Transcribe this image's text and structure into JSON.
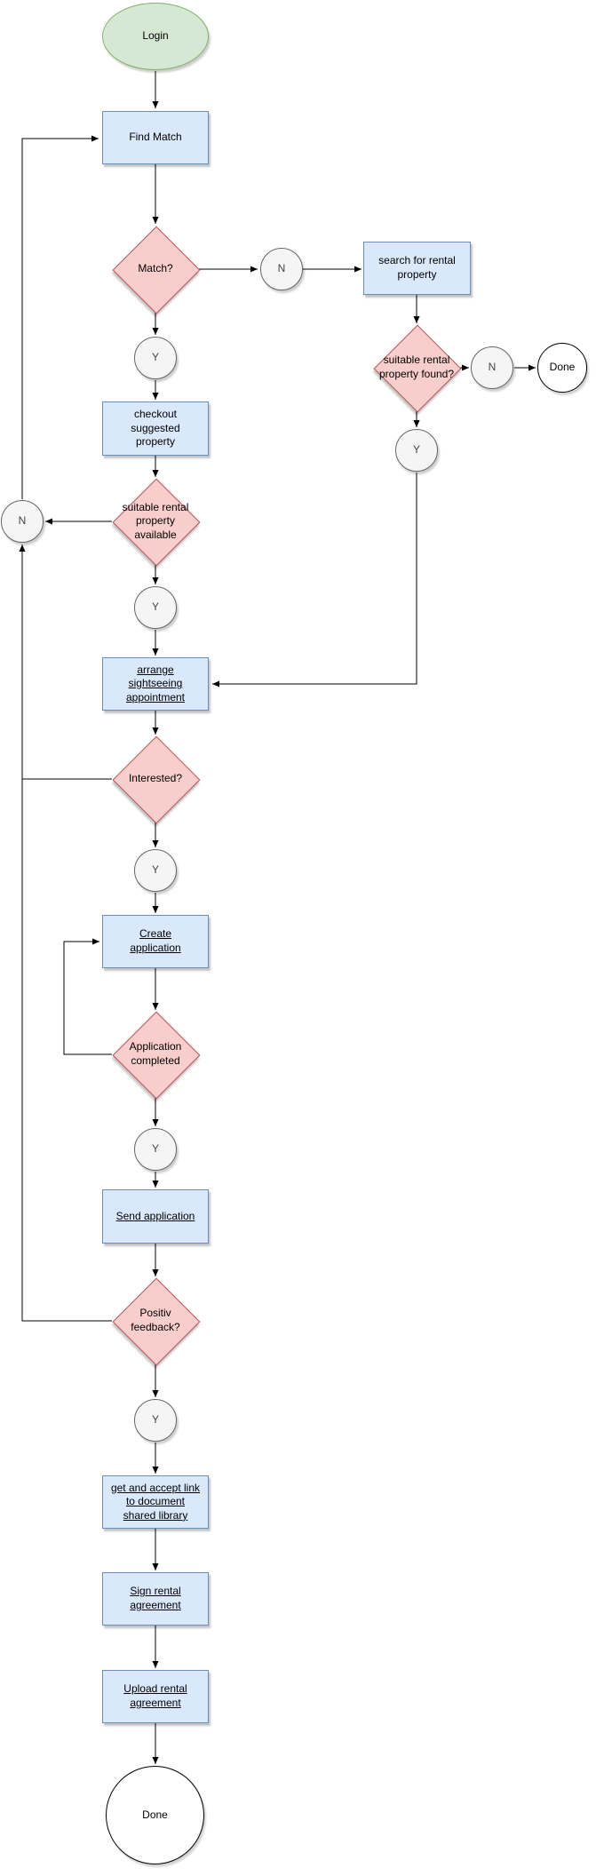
{
  "diagram": {
    "background": "#ffffff",
    "colors": {
      "canvas_bg": "#ffffff",
      "process_fill": "#dae8fc",
      "process_stroke": "#6c8ebf",
      "decision_fill": "#f8cecc",
      "decision_stroke": "#b85450",
      "start_fill": "#d5e8d4",
      "start_stroke": "#82b366",
      "connector_fill": "#f5f5f5",
      "connector_stroke": "#666666",
      "terminal_fill": "#ffffff",
      "terminal_stroke": "#000000",
      "edge_color": "#000000"
    },
    "nodes": {
      "login": "Login",
      "find_match": "Find Match",
      "match": "Match?",
      "match_no": "N",
      "search_rental": "search for rental property",
      "suitable_found": "suitable rental property found?",
      "suitable_found_no": "N",
      "done_right": "Done",
      "suitable_found_yes": "Y",
      "match_yes": "Y",
      "checkout": "checkout suggested property",
      "suitable_available": "suitable rental property available",
      "suitable_available_no": "N",
      "suitable_available_yes": "Y",
      "arrange": "arrange sightseeing appointment",
      "interested": "Interested?",
      "interested_yes": "Y",
      "create_application": "Create application",
      "application_completed": "Application completed",
      "application_completed_yes": "Y",
      "send_application": "Send application",
      "positiv_feedback": "Positiv feedback?",
      "positiv_feedback_yes": "Y",
      "get_link": "get and accept link to document shared library",
      "sign_agreement": "Sign rental agreement",
      "upload_agreement": "Upload rental agreement",
      "done": "Done"
    }
  }
}
